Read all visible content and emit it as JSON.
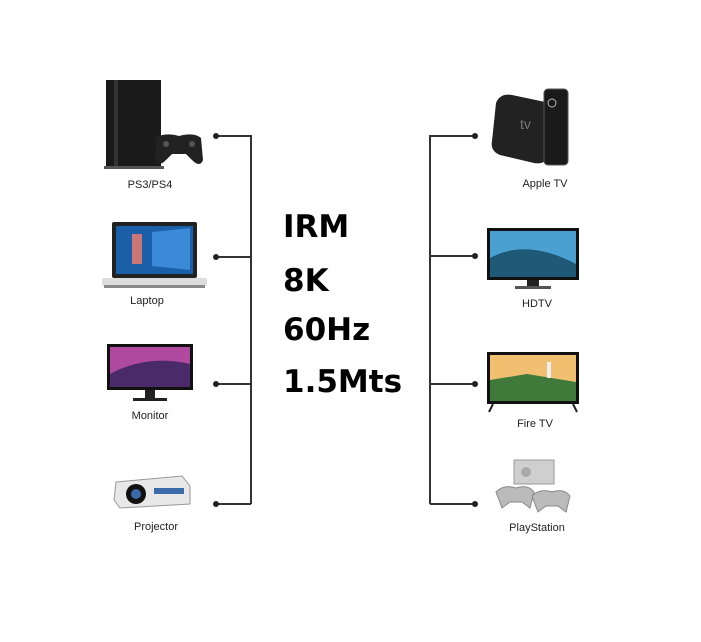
{
  "specs": [
    "IRM",
    "8K",
    "60Hz",
    "1.5Mts"
  ],
  "sources": [
    {
      "label": "PS3/PS4",
      "icon": "game-console-icon"
    },
    {
      "label": "Laptop",
      "icon": "laptop-icon"
    },
    {
      "label": "Monitor",
      "icon": "monitor-icon"
    },
    {
      "label": "Projector",
      "icon": "projector-icon"
    }
  ],
  "displays": [
    {
      "label": "Apple TV",
      "icon": "apple-tv-icon"
    },
    {
      "label": "HDTV",
      "icon": "tv-icon"
    },
    {
      "label": "Fire TV",
      "icon": "tv-icon"
    },
    {
      "label": "PlayStation",
      "icon": "retro-console-icon"
    }
  ],
  "colors": {
    "line": "#333333",
    "text": "#000000"
  }
}
